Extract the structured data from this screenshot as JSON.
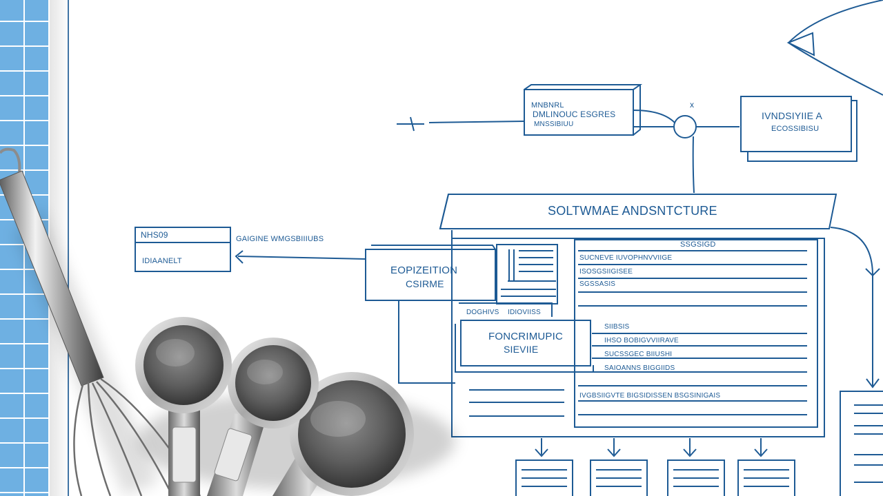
{
  "colors": {
    "ink": "#1d5a94",
    "grid_strip": "#6eb0e2",
    "paper": "#ffffff",
    "steel_dark": "#4a4a4a",
    "steel_light": "#d9d9d9"
  },
  "diagram": {
    "title": "SOLTWMAE ANDSNTCTURE",
    "top_box": {
      "line1": "MNBNRL",
      "line2": "DMLINOUC ESGRES",
      "line3": "MNSSIBIUU"
    },
    "top_right_box": {
      "line1": "IVNDSIYIIE A",
      "line2": "ECOSSIBISU"
    },
    "left_box": {
      "line1": "NHS09",
      "line2": "IDIAANELT"
    },
    "left_arrow_label": "GAIGINE WMGSBIIIUBS",
    "component_box": {
      "line1": "EOPIZEITION",
      "line2": "CSIRME"
    },
    "service_box": {
      "line1": "FONCRIMUPIC",
      "line2": "SIEVIIE"
    },
    "panel_header": "SSGSIGD",
    "panel_rows": [
      "SUCNEVE IUVOPHNVVIIGE",
      "ISOSGSIIGISEE",
      "SGSSASIS"
    ],
    "panel_lower_rows": [
      "SIIBSIS",
      "IHSO BOBIGVVIIRAVE",
      "SUCSSGEC BIIUSHI",
      "SAIOANNS BIGGIIDS",
      "IVGBSIIGVTE BIGSIDISSEN BSGSINIGAIS"
    ],
    "small_labels": [
      "DOGHIVS",
      "IDIOVIISS"
    ],
    "x_mark": "x"
  },
  "objects": [
    "whisk",
    "measuring-cups"
  ]
}
